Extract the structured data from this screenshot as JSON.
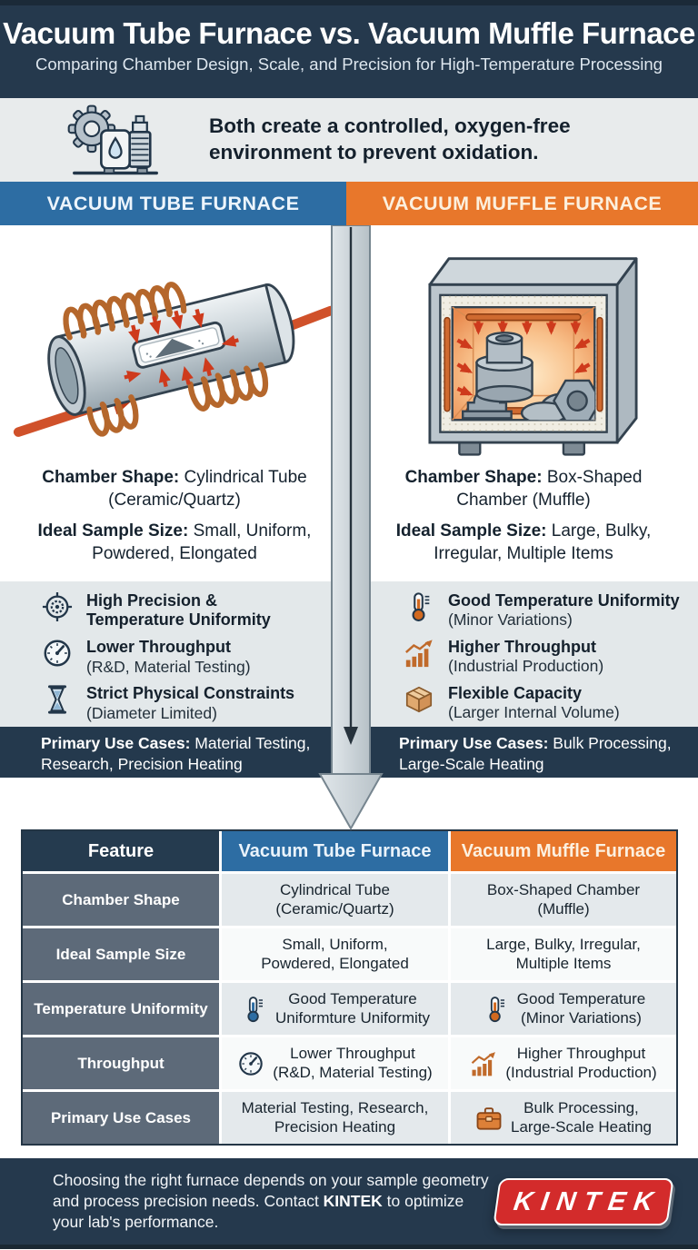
{
  "header": {
    "title": "Vacuum Tube Furnace vs. Vacuum Muffle Furnace",
    "subtitle": "Comparing Chamber Design, Scale, and Precision for High-Temperature Processing"
  },
  "intro": {
    "text": "Both create a controlled, oxygen-free\nenvironment to prevent oxidation.",
    "icon": "vacuum-pump-icon"
  },
  "columns": {
    "left": {
      "header": "VACUUM TUBE FURNACE",
      "chamber_shape_label": "Chamber Shape:",
      "chamber_shape_value": "Cylindrical Tube\n(Ceramic/Quartz)",
      "sample_size_label": "Ideal Sample Size:",
      "sample_size_value": "Small, Uniform,\nPowdered, Elongated",
      "features": [
        {
          "icon": "target-icon",
          "title": "High Precision &\nTemperature Uniformity",
          "subtitle": ""
        },
        {
          "icon": "gauge-icon",
          "title": "Lower Throughput",
          "subtitle": "(R&D, Material Testing)"
        },
        {
          "icon": "hourglass-icon",
          "title": "Strict Physical Constraints",
          "subtitle": "(Diameter Limited)"
        }
      ],
      "use_cases_label": "Primary Use Cases:",
      "use_cases_value": "Material Testing,\nResearch, Precision Heating"
    },
    "right": {
      "header": "VACUUM MUFFLE FURNACE",
      "chamber_shape_label": "Chamber Shape:",
      "chamber_shape_value": "Box-Shaped\nChamber (Muffle)",
      "sample_size_label": "Ideal Sample Size:",
      "sample_size_value": "Large, Bulky,\nIrregular, Multiple Items",
      "features": [
        {
          "icon": "thermometer-icon",
          "title": "Good Temperature Uniformity",
          "subtitle": "(Minor Variations)"
        },
        {
          "icon": "growth-chart-icon",
          "title": "Higher Throughput",
          "subtitle": "(Industrial Production)"
        },
        {
          "icon": "box-icon",
          "title": "Flexible Capacity",
          "subtitle": "(Larger Internal Volume)"
        }
      ],
      "use_cases_label": "Primary Use Cases:",
      "use_cases_value": "Bulk Processing,\nLarge-Scale Heating"
    }
  },
  "table": {
    "headers": [
      "Feature",
      "Vacuum Tube Furnace",
      "Vacuum Muffle Furnace"
    ],
    "rows": [
      {
        "feature": "Chamber Shape",
        "tube_text": "Cylindrical Tube\n(Ceramic/Quartz)",
        "muffle_text": "Box-Shaped Chamber\n(Muffle)"
      },
      {
        "feature": "Ideal Sample Size",
        "tube_text": "Small, Uniform,\nPowdered, Elongated",
        "muffle_text": "Large, Bulky, Irregular,\nMultiple Items"
      },
      {
        "feature": "Temperature Uniformity",
        "tube_text": "Good Temperature\nUniformture Uniformity",
        "muffle_text": "Good Temperature\n(Minor Variations)"
      },
      {
        "feature": "Throughput",
        "tube_text": "Lower Throughput\n(R&D, Material Testing)",
        "muffle_text": "Higher Throughput\n(Industrial Production)"
      },
      {
        "feature": "Primary Use Cases",
        "tube_text": "Material Testing, Research,\nPrecision Heating",
        "muffle_text": "Bulk Processing,\nLarge-Scale Heating"
      }
    ]
  },
  "footer": {
    "text_before": "Choosing the right furnace depends on your sample geometry\nand process precision needs. Contact ",
    "brand": "KINTEK",
    "text_after": " to optimize\nyour lab's performance.",
    "logo_text": "KINTEK"
  },
  "colors": {
    "navy": "#25394d",
    "blue": "#2d6da3",
    "orange": "#e8772b",
    "logo_red": "#d32b2b",
    "band_gray": "#e8ebec",
    "features_gray": "#e3e8ea",
    "table_label_gray": "#5d6a79"
  }
}
